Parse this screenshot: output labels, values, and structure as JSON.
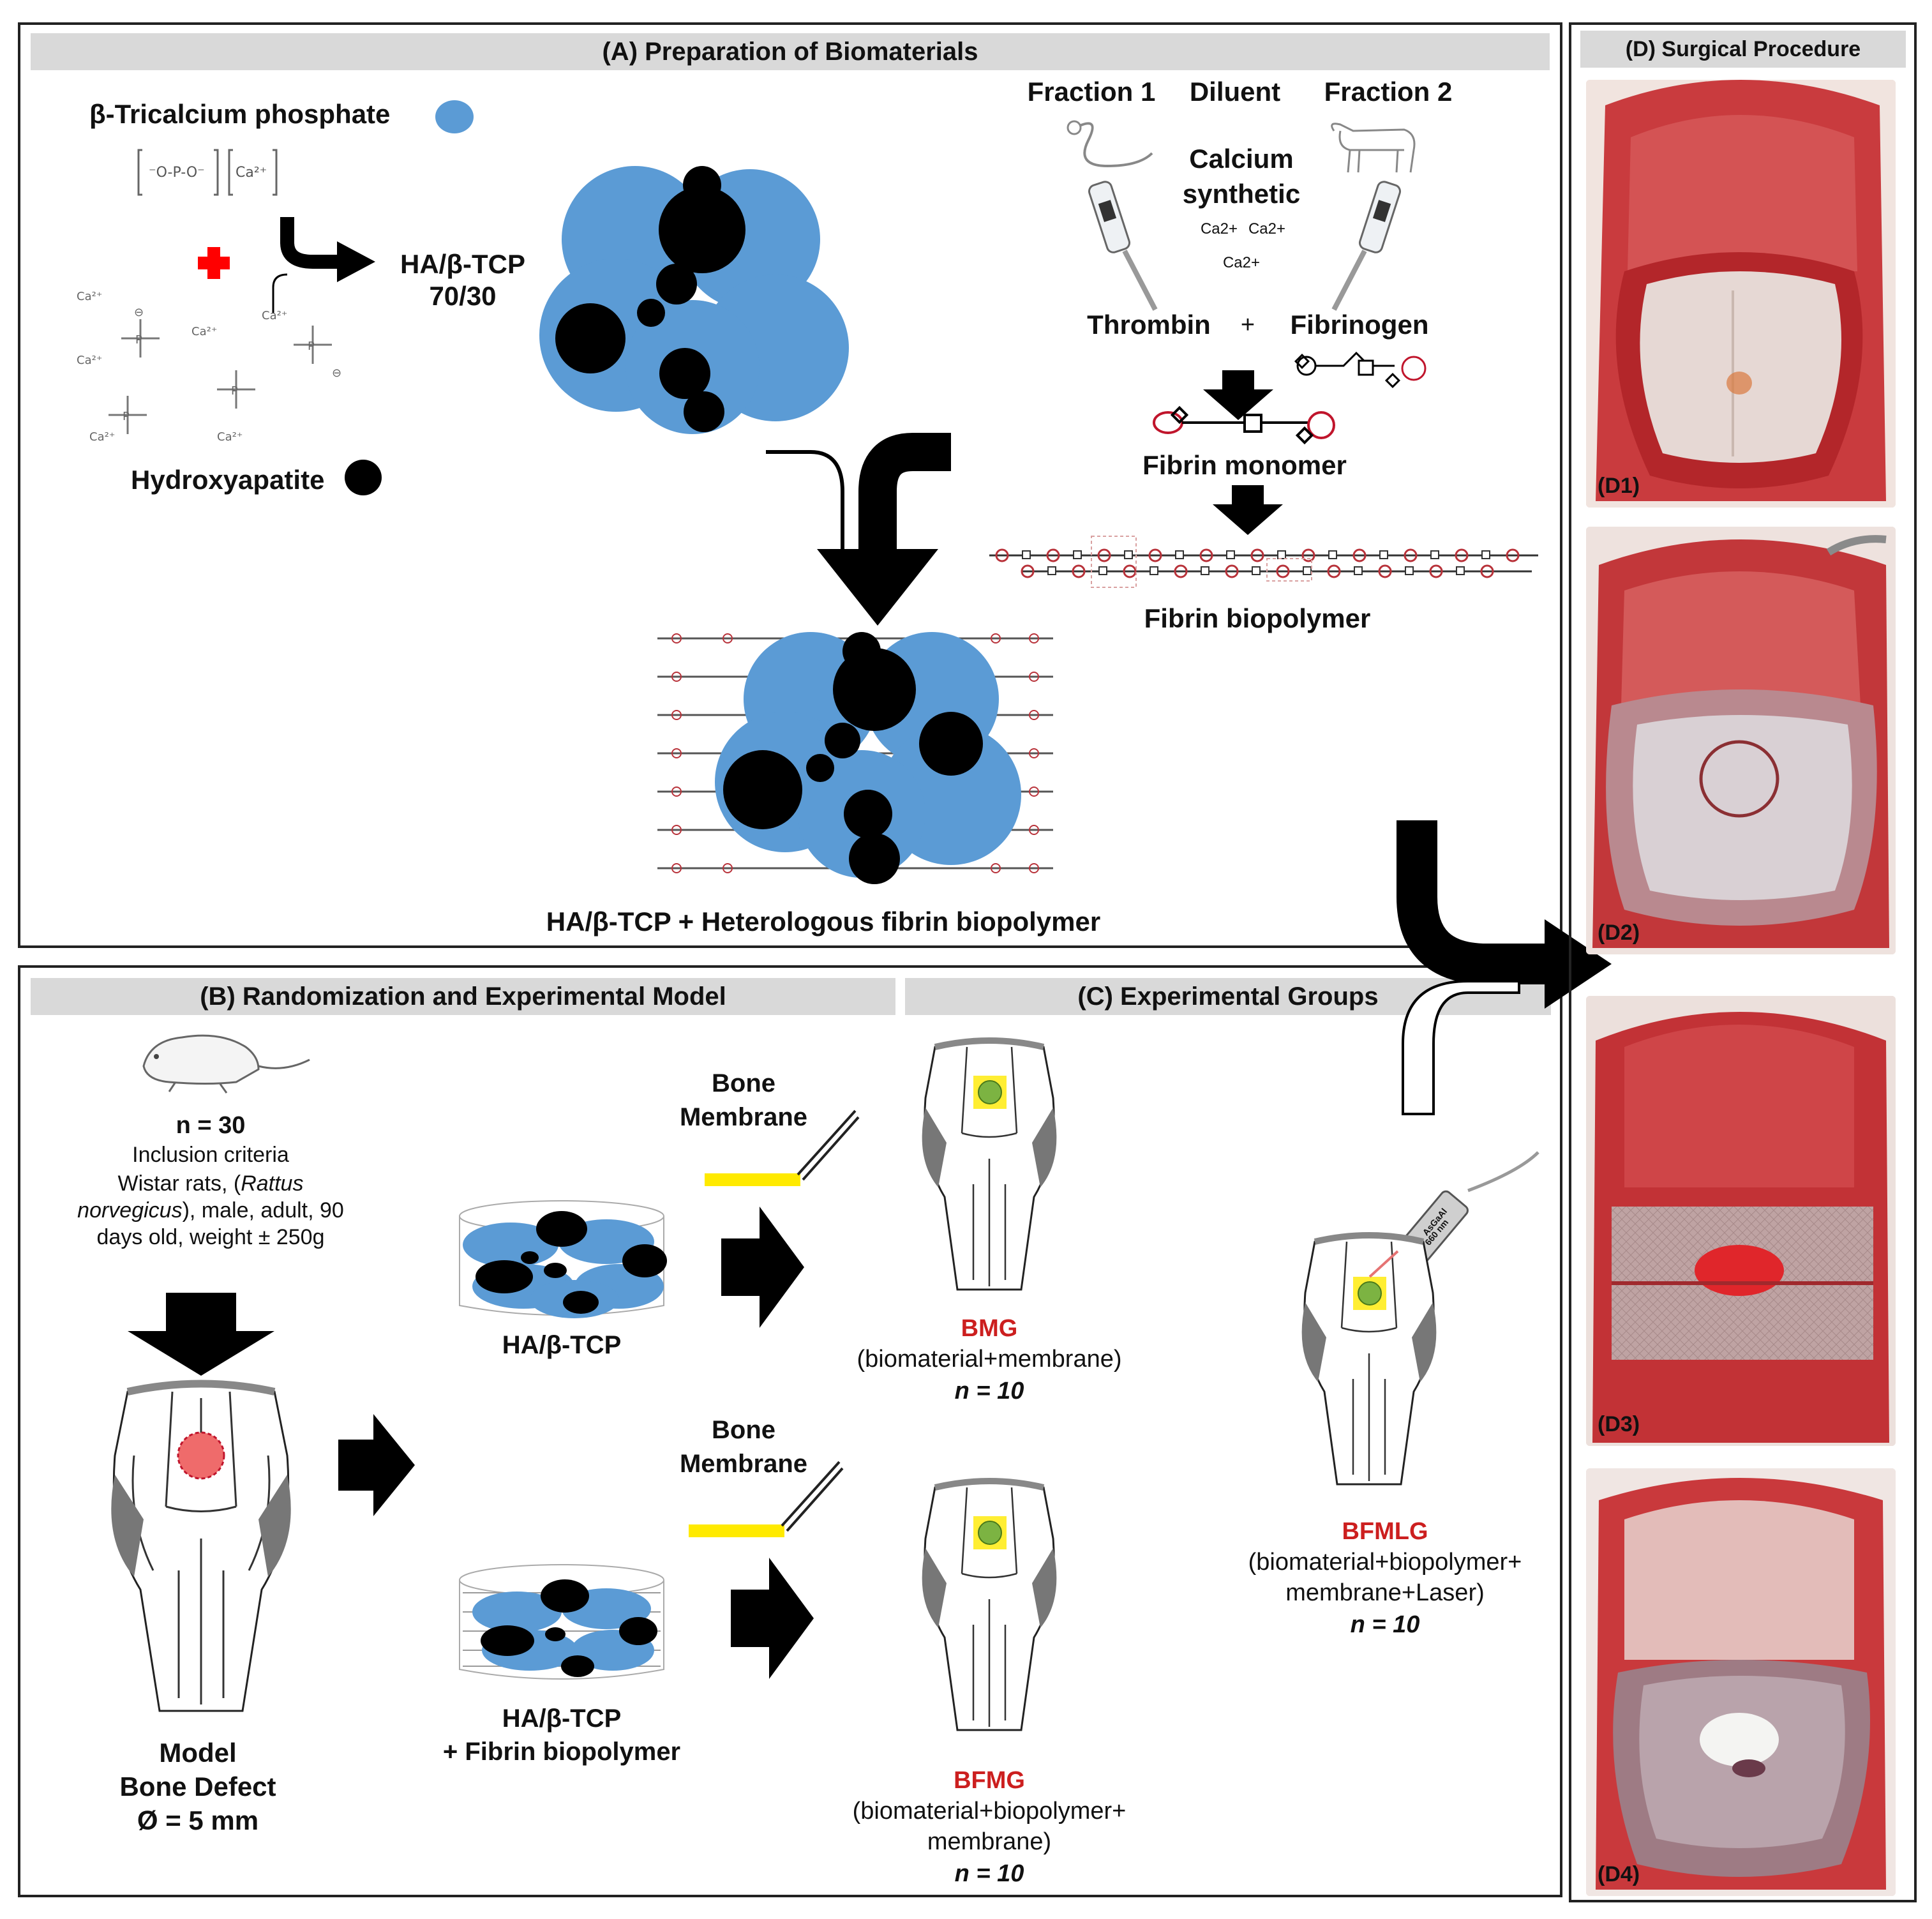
{
  "panelA": {
    "title": "(A) Preparation of Biomaterials",
    "tcp_label": "β-Tricalcium phosphate",
    "ha_label": "Hydroxyapatite",
    "mix_label_line1": "HA/β-TCP",
    "mix_label_line2": "70/30",
    "fraction1": "Fraction 1",
    "diluent": "Diluent",
    "fraction2": "Fraction 2",
    "calcium_line1": "Calcium",
    "calcium_line2": "synthetic",
    "ca_ion": "Ca2+",
    "thrombin": "Thrombin",
    "plus": "+",
    "fibrinogen": "Fibrinogen",
    "fibrin_monomer": "Fibrin monomer",
    "fibrin_biopolymer": "Fibrin biopolymer",
    "composite_label": "HA/β-TCP + Heterologous fibrin biopolymer"
  },
  "panelB": {
    "title": "(B) Randomization and Experimental Model",
    "n": "n = 30",
    "inclusion": "Inclusion criteria",
    "criteria_line1": "Wistar rats, (",
    "criteria_italic1": "Rattus",
    "criteria_italic2": "norvegicus",
    "criteria_line2_rest": "), male, adult, 90",
    "criteria_line3": "days old, weight ± 250g",
    "model": "Model",
    "bone_defect": "Bone Defect",
    "diameter": "Ø = 5 mm",
    "hatcp": "HA/β-TCP",
    "hatcp_fibrin_line1": "HA/β-TCP",
    "hatcp_fibrin_line2": "+ Fibrin biopolymer",
    "bone_membrane_line1": "Bone",
    "bone_membrane_line2": "Membrane"
  },
  "panelC": {
    "title": "(C) Experimental Groups",
    "groups": [
      {
        "name": "BMG",
        "desc_line1": "(biomaterial+membrane)",
        "desc_line2": "",
        "n": "n = 10"
      },
      {
        "name": "BFMG",
        "desc_line1": "(biomaterial+biopolymer+",
        "desc_line2": "membrane)",
        "n": "n = 10"
      },
      {
        "name": "BFMLG",
        "desc_line1": "(biomaterial+biopolymer+",
        "desc_line2": "membrane+Laser)",
        "n": "n = 10"
      }
    ],
    "laser_text_line1": "AsGaAl",
    "laser_text_line2": "660 nm"
  },
  "panelD": {
    "title": "(D) Surgical Procedure",
    "photos": [
      "(D1)",
      "(D2)",
      "(D3)",
      "(D4)"
    ]
  },
  "colors": {
    "tcp_blue": "#5b9bd5",
    "ha_black": "#000000",
    "header_gray": "#d9d9d9",
    "group_red": "#cc1f1f",
    "membrane_yellow": "#ffea00",
    "tissue_red": "#b3262a"
  }
}
